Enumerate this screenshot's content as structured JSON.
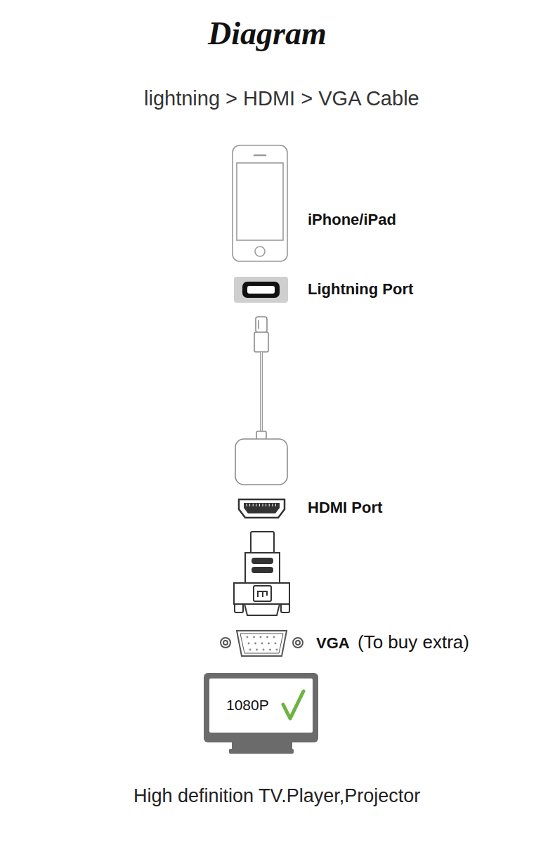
{
  "diagram": {
    "title": "Diagram",
    "caption": "High definition TV.Player,Projector",
    "nodes": [
      {
        "text": [
          "1080P"
        ]
      }
    ],
    "labels": [
      "lightning > HDMI > VGA Cable",
      "iPhone/iPad",
      "Lightning Port",
      "HDMI Port",
      "VGA",
      "(To buy extra)"
    ]
  }
}
